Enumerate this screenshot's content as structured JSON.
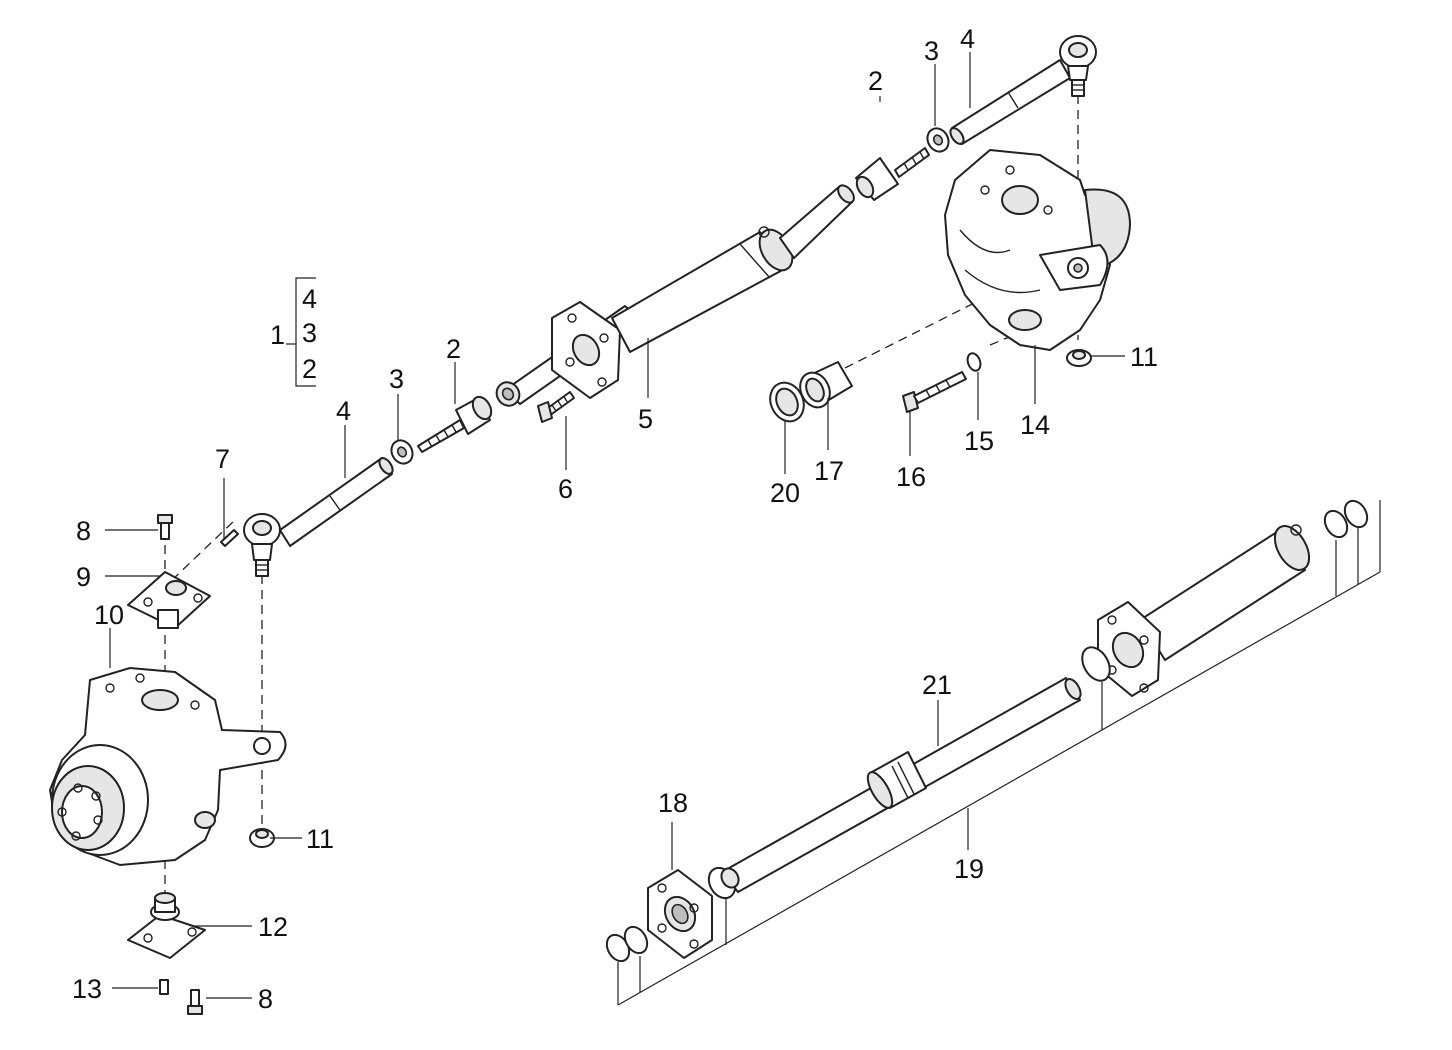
{
  "kit": {
    "number": "1",
    "items": [
      "4",
      "3",
      "2"
    ]
  },
  "callouts": {
    "c2_top": "2",
    "c3_top": "3",
    "c4_top": "4",
    "c2": "2",
    "c3": "3",
    "c4": "4",
    "c5": "5",
    "c6": "6",
    "c7": "7",
    "c8_top": "8",
    "c8_bottom": "8",
    "c9": "9",
    "c10": "10",
    "c11_top": "11",
    "c11_bottom": "11",
    "c12": "12",
    "c13": "13",
    "c14": "14",
    "c15": "15",
    "c16": "16",
    "c17": "17",
    "c18": "18",
    "c19": "19",
    "c20": "20",
    "c21": "21"
  }
}
